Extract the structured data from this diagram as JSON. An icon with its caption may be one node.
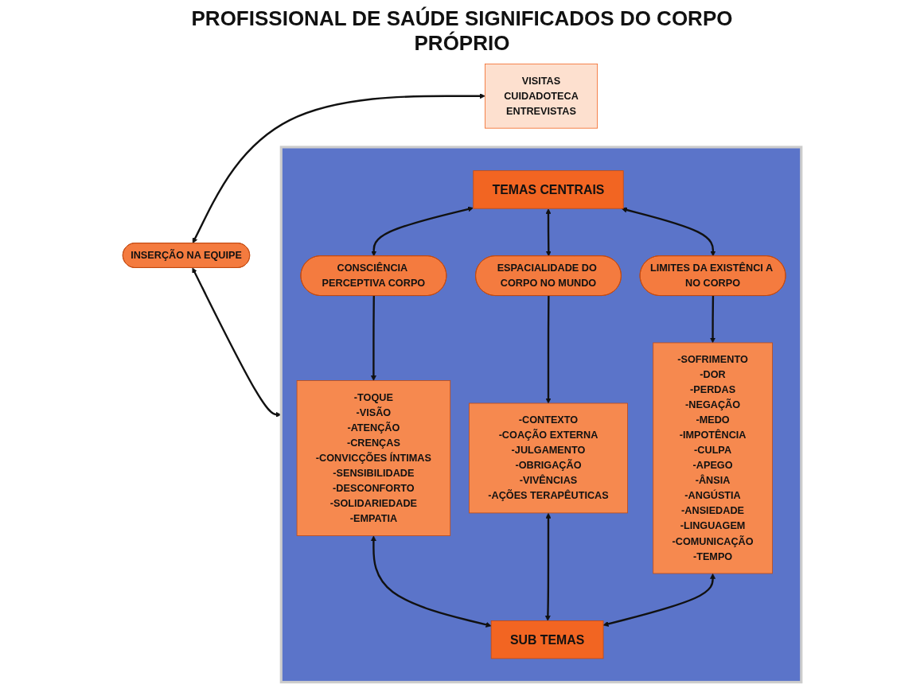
{
  "diagram": {
    "title": "PROFISSIONAL DE SAÚDE SIGNIFICADOS DO CORPO PRÓPRIO",
    "nodes": [
      {
        "text": [
          "INSERÇÃO NA EQUIPE"
        ]
      },
      {
        "text": [
          "VISITAS",
          "CUIDADOTECA",
          "ENTREVISTAS"
        ]
      },
      {
        "text": [],
        "shape": "box"
      },
      {
        "text": [
          "TEMAS CENTRAIS"
        ],
        "in": 2
      },
      {
        "text": [
          "CONSCIÊNCIA PERCEPTIVA CORPO"
        ],
        "in": 2
      },
      {
        "text": [
          "ESPACIALIDADE DO CORPO NO MUNDO"
        ],
        "in": 2
      },
      {
        "text": [
          "LIMITES DA EXISTÊNCI A NO CORPO"
        ],
        "in": 2
      },
      {
        "text": [
          "-TOQUE",
          "-VISÃO",
          "-ATENÇÃO",
          "-CRENÇAS",
          "-CONVICÇÕES ÍNTIMAS",
          "-SENSIBILIDADE",
          "-DESCONFORTO",
          "-SOLIDARIEDADE",
          "-EMPATIA"
        ],
        "in": 2
      },
      {
        "text": [
          "-CONTEXTO",
          "-COAÇÃO EXTERNA",
          "-JULGAMENTO",
          "-OBRIGAÇÃO",
          "-VIVÊNCIAS",
          "-AÇÕES TERAPÊUTICAS"
        ],
        "in": 2
      },
      {
        "text": [
          "-SOFRIMENTO",
          "-DOR",
          "-PERDAS",
          "-NEGAÇÃO",
          "-MEDO",
          "-IMPOTÊNCIA",
          "-CULPA",
          "-APEGO",
          "-ÂNSIA",
          "-ANGÚSTIA",
          "-ANSIEDADE",
          "-LINGUAGEM",
          "-COMUNICAÇÃO",
          "-TEMPO"
        ],
        "in": 2
      },
      {
        "text": [
          "SUB TEMAS"
        ],
        "in": 2
      }
    ],
    "edges": [
      {
        "from": 0,
        "to": 2,
        "arrow": "both"
      },
      {
        "from": 0,
        "to": 1,
        "arrow": "both"
      },
      {
        "from": 3,
        "to": 4,
        "arrow": "both"
      },
      {
        "from": 3,
        "to": 5,
        "arrow": "both"
      },
      {
        "from": 3,
        "to": 6,
        "arrow": "both"
      },
      {
        "from": 4,
        "to": 7,
        "arrow": "to"
      },
      {
        "from": 5,
        "to": 8,
        "arrow": "to"
      },
      {
        "from": 6,
        "to": 9,
        "arrow": "to"
      },
      {
        "from": 7,
        "to": 10,
        "arrow": "both"
      },
      {
        "from": 8,
        "to": 10,
        "arrow": "both"
      },
      {
        "from": 9,
        "to": 10,
        "arrow": "both"
      }
    ]
  }
}
